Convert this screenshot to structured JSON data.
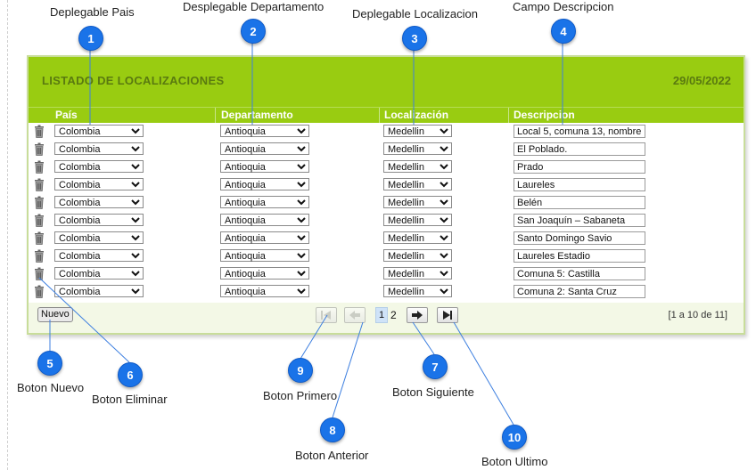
{
  "annotations": {
    "pais": {
      "num": "1",
      "label": "Deplegable Pais"
    },
    "departamento": {
      "num": "2",
      "label": "Desplegable Departamento"
    },
    "localizacion": {
      "num": "3",
      "label": "Deplegable Localizacion"
    },
    "descripcion": {
      "num": "4",
      "label": "Campo Descripcion"
    },
    "nuevo": {
      "num": "5",
      "label": "Boton Nuevo"
    },
    "eliminar": {
      "num": "6",
      "label": "Boton Eliminar"
    },
    "siguiente": {
      "num": "7",
      "label": "Boton Siguiente"
    },
    "anterior": {
      "num": "8",
      "label": "Boton Anterior"
    },
    "primero": {
      "num": "9",
      "label": "Boton Primero"
    },
    "ultimo": {
      "num": "10",
      "label": "Boton Ultimo"
    }
  },
  "panel": {
    "title": "LISTADO DE LOCALIZACIONES",
    "date": "29/05/2022",
    "columns": {
      "pais": "País",
      "departamento": "Departamento",
      "localizacion": "Localización",
      "descripcion": "Descripcion"
    }
  },
  "rows": [
    {
      "pais": "Colombia",
      "departamento": "Antioquia",
      "localizacion": "Medellin",
      "descripcion": "Local 5, comuna 13, nombre"
    },
    {
      "pais": "Colombia",
      "departamento": "Antioquia",
      "localizacion": "Medellin",
      "descripcion": "El Poblado."
    },
    {
      "pais": "Colombia",
      "departamento": "Antioquia",
      "localizacion": "Medellin",
      "descripcion": "Prado"
    },
    {
      "pais": "Colombia",
      "departamento": "Antioquia",
      "localizacion": "Medellin",
      "descripcion": "Laureles"
    },
    {
      "pais": "Colombia",
      "departamento": "Antioquia",
      "localizacion": "Medellin",
      "descripcion": "Belén"
    },
    {
      "pais": "Colombia",
      "departamento": "Antioquia",
      "localizacion": "Medellin",
      "descripcion": "San Joaquín – Sabaneta"
    },
    {
      "pais": "Colombia",
      "departamento": "Antioquia",
      "localizacion": "Medellin",
      "descripcion": "Santo Domingo Savio"
    },
    {
      "pais": "Colombia",
      "departamento": "Antioquia",
      "localizacion": "Medellin",
      "descripcion": "Laureles Estadio"
    },
    {
      "pais": "Colombia",
      "departamento": "Antioquia",
      "localizacion": "Medellin",
      "descripcion": "Comuna 5: Castilla"
    },
    {
      "pais": "Colombia",
      "departamento": "Antioquia",
      "localizacion": "Medellin",
      "descripcion": "Comuna 2: Santa Cruz"
    }
  ],
  "footer": {
    "nuevo_label": "Nuevo",
    "current_page": "1",
    "next_page": "2",
    "range": "[1 a 10 de 11]"
  },
  "icons": {
    "delete": "trash-icon",
    "first": "first-page-icon",
    "prev": "arrow-left-icon",
    "next": "arrow-right-icon",
    "last": "last-page-icon"
  },
  "colors": {
    "header_green": "#99cc11",
    "badge_blue": "#1a73e8"
  }
}
